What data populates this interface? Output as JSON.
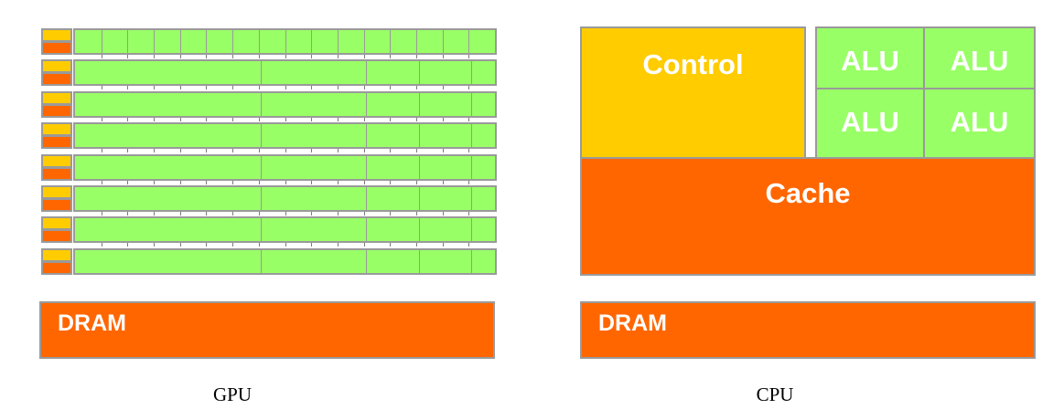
{
  "gpu": {
    "row_count": 8,
    "first_row_cells": 16,
    "other_row_divisions": 5,
    "dram_label": "DRAM",
    "caption": "GPU"
  },
  "cpu": {
    "control_label": "Control",
    "alu_labels": [
      "ALU",
      "ALU",
      "ALU",
      "ALU"
    ],
    "cache_label": "Cache",
    "dram_label": "DRAM",
    "caption": "CPU"
  },
  "colors": {
    "control": "#ffcc00",
    "cache": "#ff6600",
    "alu": "#99ff66",
    "border": "#9a9a9a"
  }
}
